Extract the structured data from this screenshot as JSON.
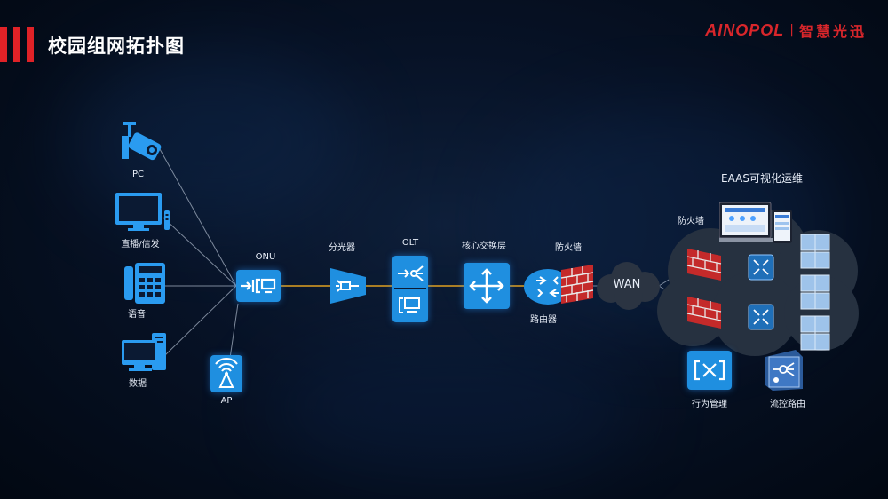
{
  "header": {
    "title": "校园组网拓扑图"
  },
  "logo": {
    "brand": "AINOPOL",
    "separator": "|",
    "chinese": "智慧光迅"
  },
  "devices": {
    "ipc": "IPC",
    "tv": "直播/信发",
    "phone": "语音",
    "pc": "数据",
    "ap": "AP",
    "onu": "ONU",
    "splitter": "分光器",
    "olt": "OLT",
    "core": "核心交换层",
    "firewall_top": "防火墙",
    "router": "路由器",
    "wan": "WAN",
    "eaas": "EAAS可视化运维",
    "firewall_cloud": "防火墙",
    "behavior": "行为管理",
    "flow": "流控路由"
  },
  "colors": {
    "accent": "#e02227",
    "icon_blue": "#1f8fe0",
    "fiber": "#e0a020"
  }
}
